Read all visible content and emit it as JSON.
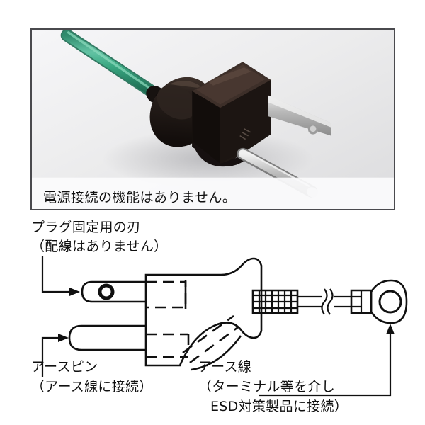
{
  "photo": {
    "caption": "電源接続の機能はありません。",
    "subject": "japanese-grounded-plug-photo",
    "colors": {
      "cord": "#3aa882",
      "cord_highlight": "#7fd0b4",
      "plug_body": "#241c19",
      "plug_body_light": "#3a2d27",
      "blade_metal": "#c9c9c9",
      "background": "#ececee",
      "border": "#4a4a4e"
    }
  },
  "diagram": {
    "labels": {
      "fixing_blade": {
        "line1": "プラグ固定用の刃",
        "line2": "（配線はありません）"
      },
      "earth_pin": {
        "line1": "アースピン",
        "line2": "（アース線に接続）"
      },
      "earth_wire": {
        "line1": "アース線",
        "line2": "（ターミナル等を介し",
        "line3": "ESD対策製品に接続）"
      }
    },
    "parts": [
      "fixing-blade-with-hole",
      "earth-pin-rounded",
      "plug-body",
      "strain-relief",
      "earth-cord",
      "break-symbol",
      "crimp-sleeve",
      "ring-terminal"
    ],
    "stroke_color": "#101010"
  }
}
